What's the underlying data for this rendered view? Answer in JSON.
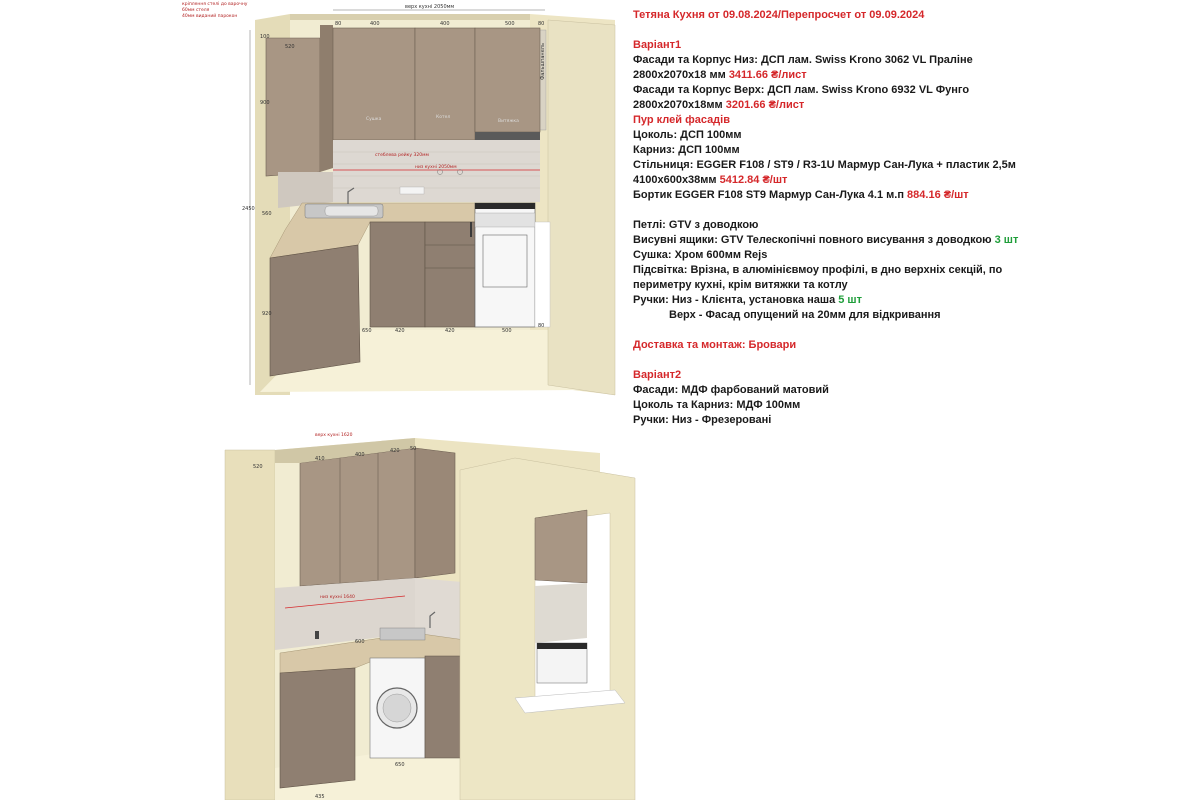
{
  "drawing_top": {
    "top_dim": "верх кухні 2050мм",
    "note_lines": [
      "кріплення стелі до варочну",
      "60мм стеля",
      "40мм виданий парокон"
    ],
    "dims_top": [
      "80",
      "400",
      "400",
      "500",
      "80"
    ],
    "dim_520": "520",
    "dim_100": "100",
    "dim_900": "900",
    "dim_2450": "2450",
    "dim_560": "560",
    "dim_920": "920",
    "label_dryer": "Сушка",
    "label_boiler": "Котел",
    "label_hood": "Витяжка",
    "label_side": "Фальшпанель",
    "backsplash_dim": "стеблева рейку 320мм",
    "counter_dim": "низ кухні 2050мм",
    "dims_bottom": [
      "650",
      "420",
      "420",
      "500",
      "80"
    ]
  },
  "drawing_bottom": {
    "top_dim": "верх кухні 1620",
    "dims_top": [
      "520",
      "410",
      "400",
      "420",
      "50"
    ],
    "mid_dim": "низ кухні 1640",
    "dim_600": "600",
    "dim_650": "650",
    "dim_435": "435"
  },
  "spec": {
    "title": "Тетяна Кухня от 09.08.2024/Перепросчет от 09.09.2024",
    "variant1": {
      "heading": "Варіант1",
      "line1": "Фасади та Корпус Низ: ДСП лам. Swiss Krono 3062 VL Праліне",
      "line2_text": "2800x2070x18 мм ",
      "line2_price": "3411.66 ₴/лист",
      "line3": "Фасади та Корпус Верх: ДСП лам. Swiss Krono 6932 VL Фунго",
      "line4_text": "2800x2070x18мм ",
      "line4_price": "3201.66 ₴/лист",
      "line5": "Пур клей фасадів",
      "line6": "Цоколь: ДСП 100мм",
      "line7": "Карниз: ДСП 100мм",
      "line8": "Стільниця: EGGER F108 / ST9 / R3-1U Мармур Сан-Лука + пластик 2,5м",
      "line9_text": "4100x600x38мм ",
      "line9_price": "5412.84 ₴/шт",
      "line10_text": "Бортик EGGER F108 ST9 Мармур Сан-Лука 4.1 м.п ",
      "line10_price": "884.16 ₴/шт"
    },
    "hardware": {
      "line1": "Петлі: GTV з доводкою",
      "line2_text": "Висувні ящики: GTV Телескопічні повного висування з доводкою ",
      "line2_count": "3 шт",
      "line3": "Сушка: Хром 600мм Rejs",
      "line4": "Підсвітка: Врізна, в алюмінієвмоу профілі, в дно верхніх секцій, по",
      "line5": "периметру кухні, крім витяжки та котлу",
      "line6_text": "Ручки: Низ - Клієнта, установка наша ",
      "line6_count": "5 шт",
      "line7": "Верх - Фасад опущений на 20мм для відкривання"
    },
    "delivery": "Доставка та монтаж: Бровари",
    "variant2": {
      "heading": "Варіант2",
      "line1": "Фасади: МДФ фарбований матовий",
      "line2": "Цоколь та Карниз: МДФ 100мм",
      "line3": "Ручки: Низ - Фрезеровані"
    }
  }
}
